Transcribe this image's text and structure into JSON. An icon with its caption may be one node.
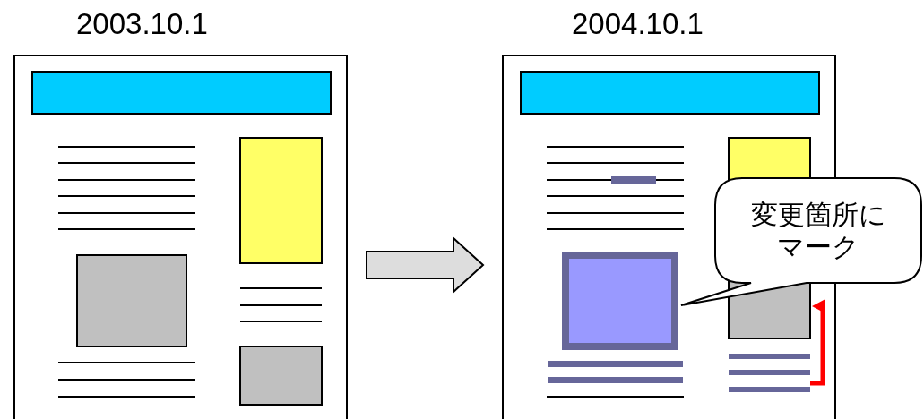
{
  "diagram": {
    "nodes": [
      {
        "text": [
          "2003.10.1"
        ]
      },
      {
        "text": [
          "2004.10.1"
        ]
      },
      {
        "text": [
          "変更箇所にマーク"
        ]
      }
    ],
    "edges": [
      {
        "from": 0,
        "to": 1,
        "arrow": "to",
        "style": "thick"
      }
    ]
  }
}
